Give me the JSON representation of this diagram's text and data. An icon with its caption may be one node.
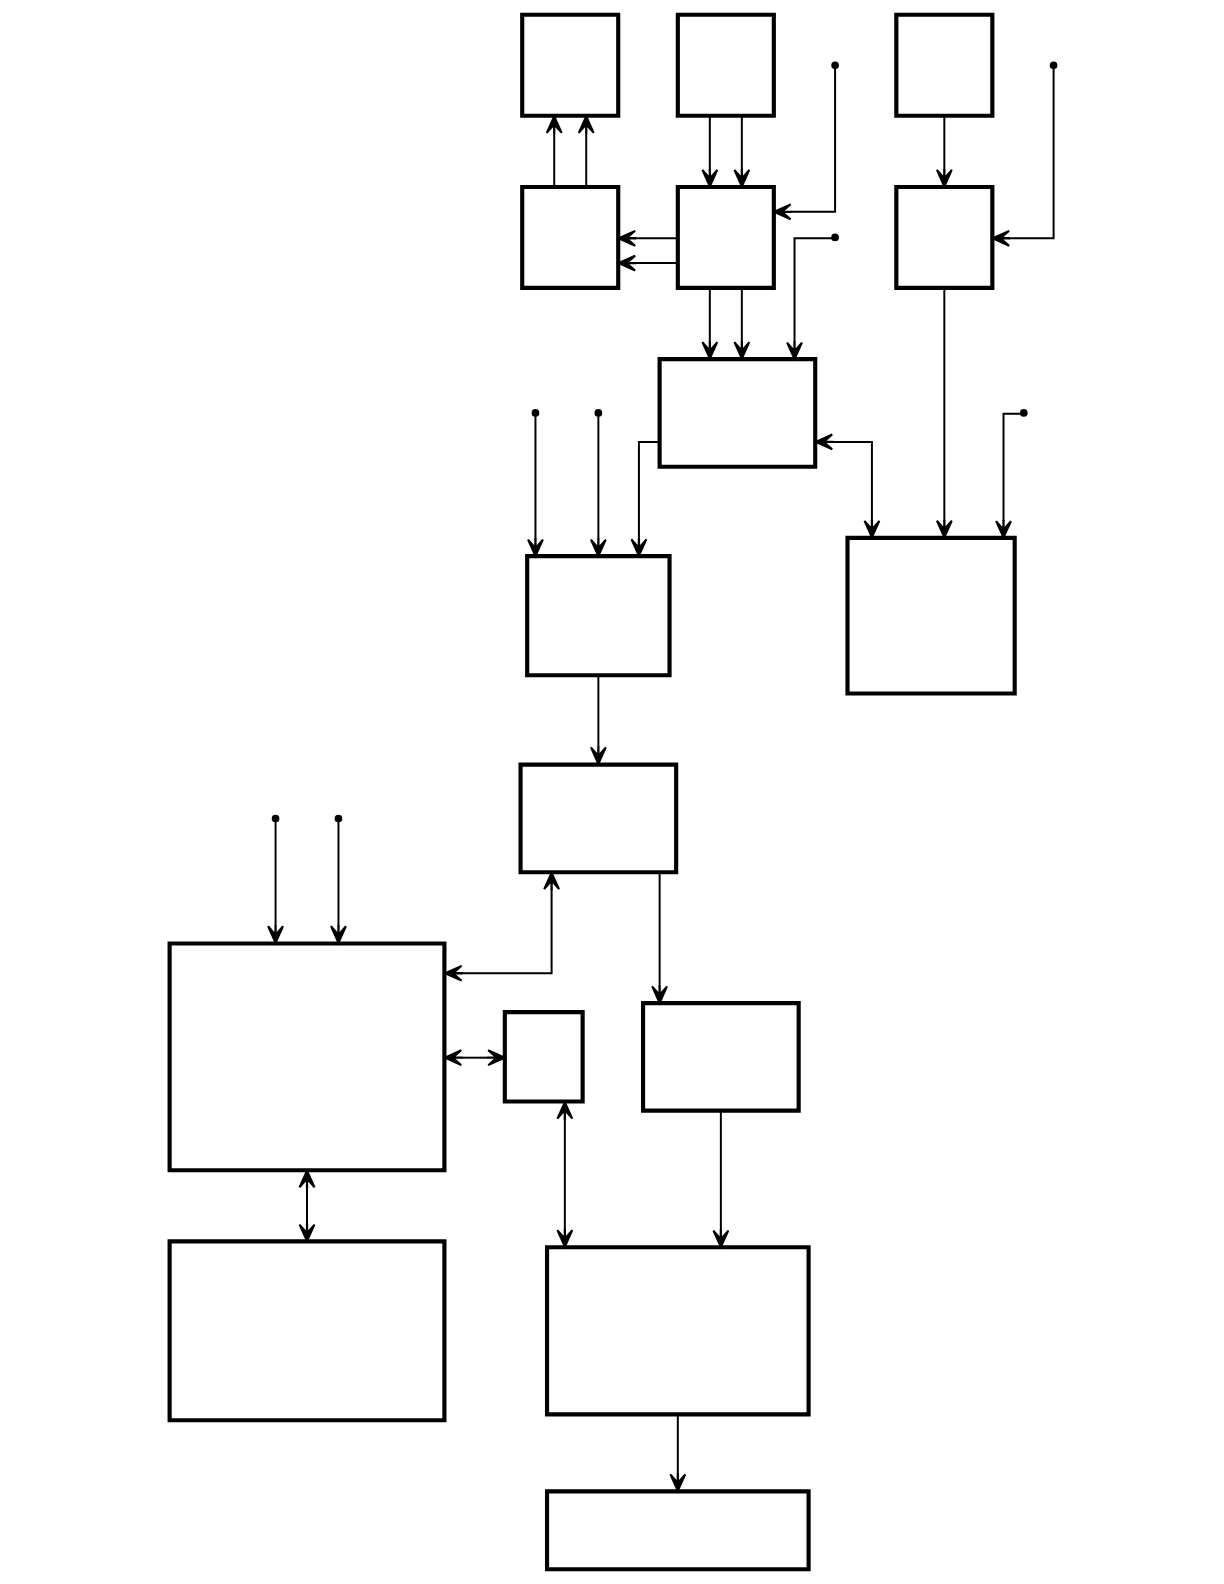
{
  "diagram": {
    "nodes": [
      {
        "text": [],
        "shape": "box"
      },
      {
        "text": [],
        "shape": "box"
      },
      {
        "text": [],
        "shape": "box"
      },
      {
        "text": [],
        "shape": "box"
      },
      {
        "text": [],
        "shape": "box"
      },
      {
        "text": [],
        "shape": "box"
      },
      {
        "text": [],
        "shape": "box"
      },
      {
        "text": [],
        "shape": "box"
      },
      {
        "text": [],
        "shape": "box"
      },
      {
        "text": [],
        "shape": "box"
      },
      {
        "text": [],
        "shape": "box"
      },
      {
        "text": [],
        "shape": "box"
      },
      {
        "text": [],
        "shape": "box"
      },
      {
        "text": [],
        "shape": "box"
      },
      {
        "text": [],
        "shape": "box"
      },
      {
        "text": [],
        "shape": "box"
      }
    ],
    "edges": [
      {
        "from": 3,
        "to": 0,
        "arrow": "to"
      },
      {
        "from": 3,
        "to": 0,
        "arrow": "to"
      },
      {
        "from": 1,
        "to": 4,
        "arrow": "to"
      },
      {
        "from": 1,
        "to": 4,
        "arrow": "to"
      },
      {
        "from": 4,
        "to": 3,
        "arrow": "to"
      },
      {
        "from": 4,
        "to": 3,
        "arrow": "to"
      },
      {
        "from": 2,
        "to": 5,
        "arrow": "to"
      },
      {
        "from": 4,
        "to": 6,
        "arrow": "to"
      },
      {
        "from": 4,
        "to": 6,
        "arrow": "to"
      },
      {
        "from": null,
        "to": 4,
        "arrow": "to"
      },
      {
        "from": null,
        "to": 5,
        "arrow": "to"
      },
      {
        "from": null,
        "to": 7,
        "arrow": "to"
      },
      {
        "from": null,
        "to": 10,
        "arrow": "to"
      },
      {
        "from": 6,
        "to": 7,
        "arrow": "to"
      },
      {
        "from": 6,
        "to": 8,
        "arrow": "both"
      },
      {
        "from": 5,
        "to": 8,
        "arrow": "to"
      },
      {
        "from": null,
        "to": 7,
        "arrow": "to"
      },
      {
        "from": null,
        "to": 6,
        "arrow": "to"
      },
      {
        "from": null,
        "to": 8,
        "arrow": "to"
      },
      {
        "from": null,
        "to": 10,
        "arrow": "to"
      },
      {
        "from": 7,
        "to": 9,
        "arrow": "to"
      },
      {
        "from": 9,
        "to": 12,
        "arrow": "to"
      },
      {
        "from": 9,
        "to": 10,
        "arrow": "both"
      },
      {
        "from": 10,
        "to": 11,
        "arrow": "both"
      },
      {
        "from": 11,
        "to": 13,
        "arrow": "both"
      },
      {
        "from": 12,
        "to": 13,
        "arrow": "to"
      },
      {
        "from": 10,
        "to": 14,
        "arrow": "both"
      },
      {
        "from": 13,
        "to": 15,
        "arrow": "to"
      }
    ]
  }
}
